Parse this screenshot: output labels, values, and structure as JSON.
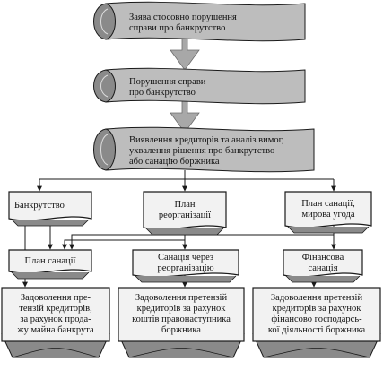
{
  "top_steps": [
    {
      "lines": [
        "Заява стосовно порушення",
        "справи про банкрутство"
      ]
    },
    {
      "lines": [
        "Порушення справи",
        "про банкрутство"
      ]
    },
    {
      "lines": [
        "Виявлення кредиторів та аналіз вимог,",
        "ухвалення рішення про банкрутство",
        "або санацію боржника"
      ]
    }
  ],
  "decisions": [
    {
      "lines": [
        "Банкрутство"
      ]
    },
    {
      "lines": [
        "План",
        "реорганізації"
      ]
    },
    {
      "lines": [
        "План санації,",
        "мирова угода"
      ]
    }
  ],
  "plans": [
    {
      "lines": [
        "План санації"
      ]
    },
    {
      "lines": [
        "Санація через",
        "реорганізацію"
      ]
    },
    {
      "lines": [
        "Фінансова",
        "санація"
      ]
    }
  ],
  "outcomes": [
    {
      "lines": [
        "Задоволення пре-",
        "тензій кредиторів,",
        "за рахунок прода-",
        "жу майна банкрута"
      ]
    },
    {
      "lines": [
        "Задоволення претензій",
        "кредиторів за рахунок",
        "коштів правонаступника",
        "боржника"
      ]
    },
    {
      "lines": [
        "Задоволення претензій",
        "кредиторів за рахунок",
        "фінансово господарсь-",
        "кої діяльності боржника"
      ]
    }
  ],
  "colors": {
    "scroll_fill": "#bdbdbd",
    "scroll_shade": "#8a8a8a",
    "box_fill": "#f2f2f2",
    "arrow_fill": "#a8a8a8",
    "line": "#1a1a1a"
  }
}
